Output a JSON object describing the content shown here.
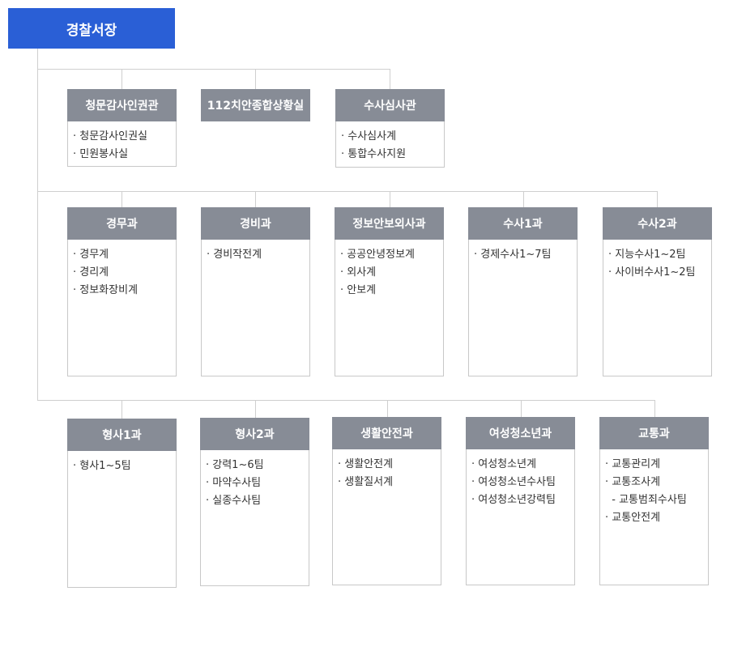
{
  "chief": "경찰서장",
  "rows": [
    [
      {
        "title": "청문감사인권관",
        "items": [
          "· 청문감사인권실",
          "· 민원봉사실"
        ]
      },
      {
        "title": "112치안종합상황실",
        "items": []
      },
      {
        "title": "수사심사관",
        "items": [
          "· 수사심사계",
          "· 통합수사지원"
        ]
      }
    ],
    [
      {
        "title": "경무과",
        "items": [
          "· 경무계",
          "· 경리계",
          "· 정보화장비계"
        ]
      },
      {
        "title": "경비과",
        "items": [
          "· 경비작전계"
        ]
      },
      {
        "title": "정보안보외사과",
        "items": [
          "· 공공안녕정보계",
          "· 외사계",
          "· 안보계"
        ]
      },
      {
        "title": "수사1과",
        "items": [
          "· 경제수사1~7팀"
        ]
      },
      {
        "title": "수사2과",
        "items": [
          "· 지능수사1~2팀",
          "· 사이버수사1~2팀"
        ]
      }
    ],
    [
      {
        "title": "형사1과",
        "items": [
          "· 형사1~5팀"
        ]
      },
      {
        "title": "형사2과",
        "items": [
          "· 강력1~6팀",
          "· 마약수사팀",
          "· 실종수사팀"
        ]
      },
      {
        "title": "생활안전과",
        "items": [
          "· 생활안전계",
          "· 생활질서계"
        ]
      },
      {
        "title": "여성청소년과",
        "items": [
          "· 여성청소년계",
          "· 여성청소년수사팀",
          "· 여성청소년강력팀"
        ]
      },
      {
        "title": "교통과",
        "items": [
          "· 교통관리계",
          "· 교통조사계",
          "  - 교통범죄수사팀",
          "· 교통안전계"
        ]
      }
    ]
  ]
}
